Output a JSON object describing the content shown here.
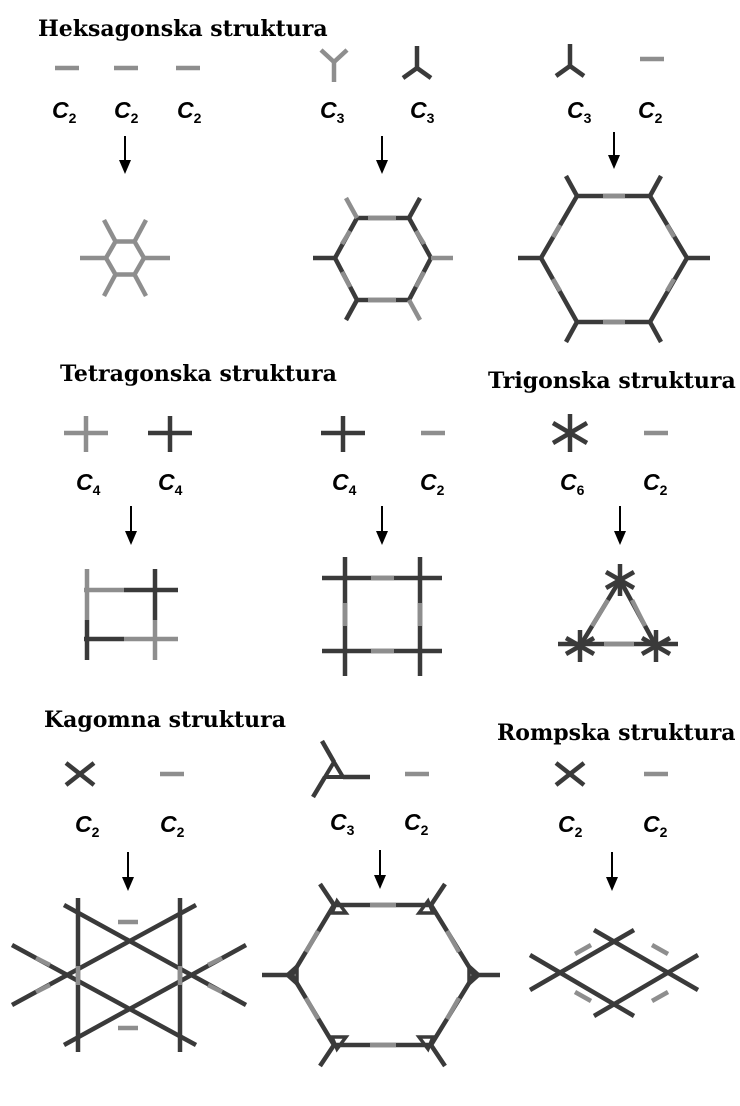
{
  "sections": [
    {
      "key": "hex",
      "title": "Heksagonska struktura"
    },
    {
      "key": "tet",
      "title": "Tetragonska struktura"
    },
    {
      "key": "tri",
      "title": "Trigonska struktura"
    },
    {
      "key": "kag",
      "title": "Kagomna struktura"
    },
    {
      "key": "rom",
      "title": "Rompska struktura"
    }
  ],
  "labels": {
    "hex1": [
      "C",
      "2",
      "C",
      "2",
      "C",
      "2"
    ],
    "hex2": [
      "C",
      "3",
      "C",
      "3"
    ],
    "hex3": [
      "C",
      "3",
      "C",
      "2"
    ],
    "tet1": [
      "C",
      "4",
      "C",
      "4"
    ],
    "tet2": [
      "C",
      "4",
      "C",
      "2"
    ],
    "tri": [
      "C",
      "6",
      "C",
      "2"
    ],
    "kag": [
      "C",
      "2",
      "C",
      "2"
    ],
    "kag2": [
      "C",
      "3",
      "C",
      "2"
    ],
    "rom": [
      "C",
      "2",
      "C",
      "2"
    ]
  },
  "colors": {
    "dark": "#3a3a3a",
    "light": "#8e8e8e",
    "text": "#000000"
  }
}
